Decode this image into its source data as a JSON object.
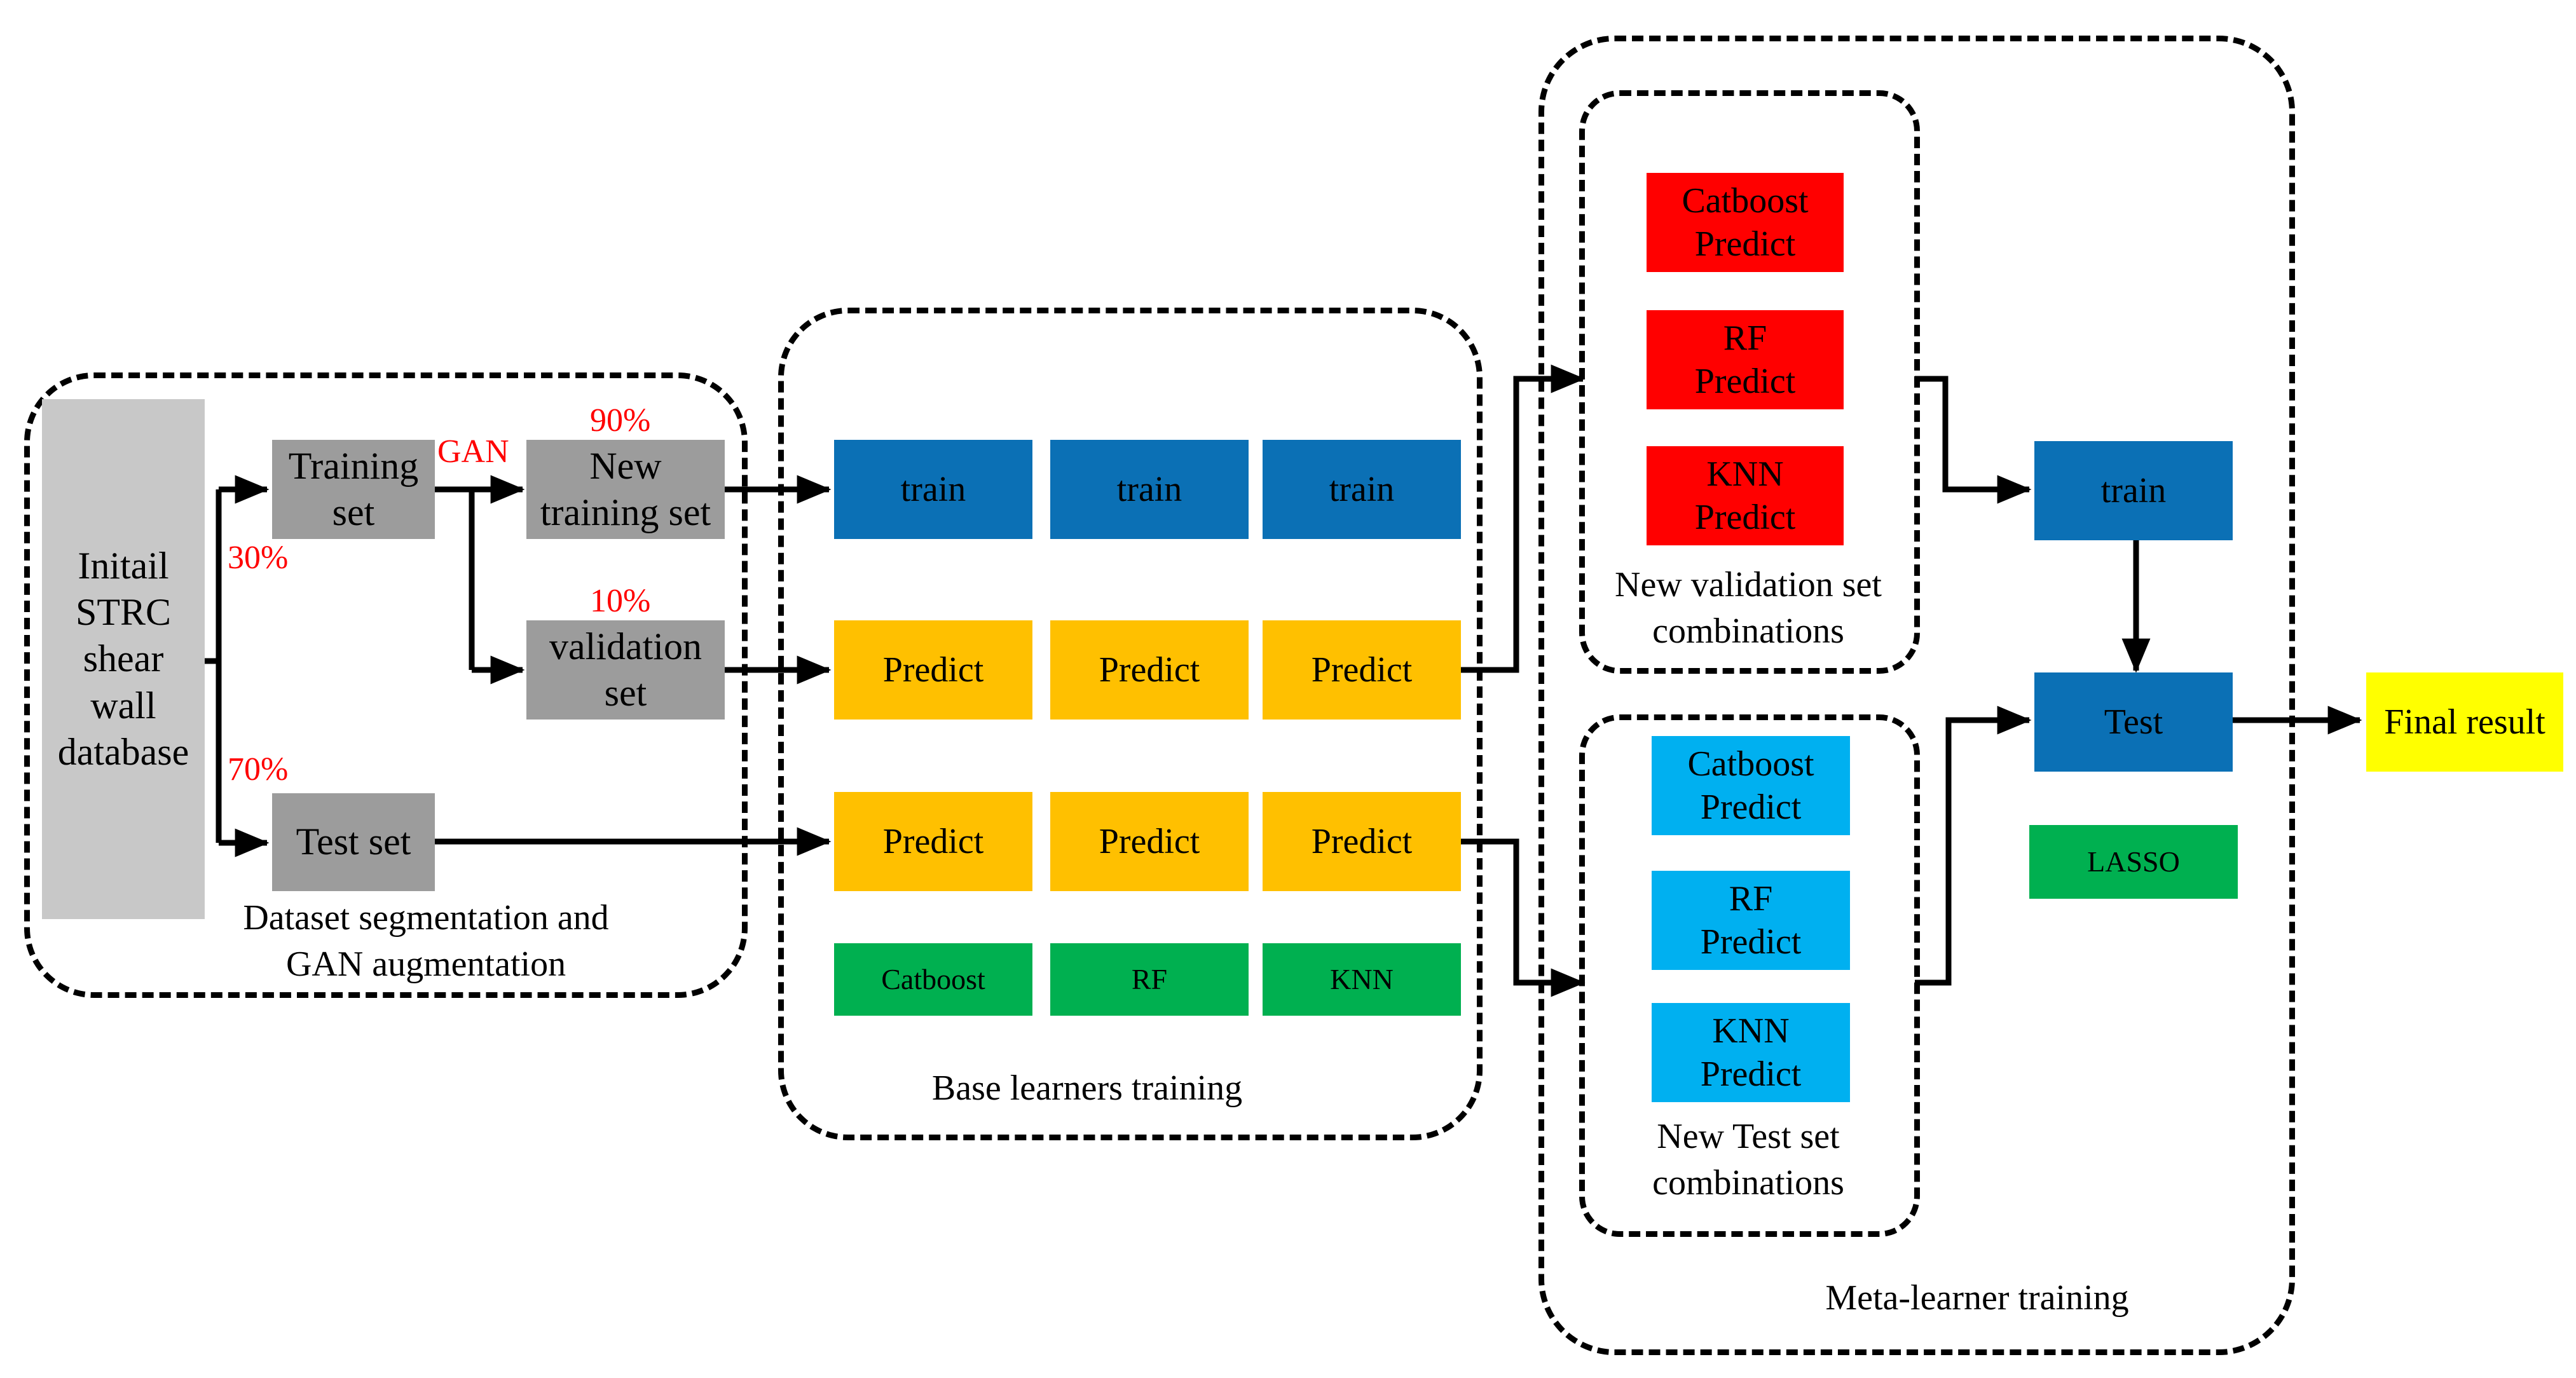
{
  "colors": {
    "database_gray": "#c8c8c8",
    "set_gray": "#9c9c9c",
    "train_blue": "#0b70b5",
    "predict_yellow": "#ffc000",
    "validation_red": "#ff0000",
    "test_lightblue": "#00b0f0",
    "model_green": "#00b050",
    "final_yellow": "#ffff00"
  },
  "stage1": {
    "database": "Initail STRC shear wall database",
    "training_set": "Training set",
    "test_set": "Test set",
    "new_training_set": "New training set",
    "validation_set": "validation set",
    "gan_label": "GAN",
    "pct_30": "30%",
    "pct_70": "70%",
    "pct_90": "90%",
    "pct_10": "10%",
    "caption": "Dataset segmentation and GAN augmentation"
  },
  "stage2": {
    "train_row": [
      "train",
      "train",
      "train"
    ],
    "predict_row1": [
      "Predict",
      "Predict",
      "Predict"
    ],
    "predict_row2": [
      "Predict",
      "Predict",
      "Predict"
    ],
    "models": [
      "Catboost",
      "RF",
      "KNN"
    ],
    "caption": "Base learners training"
  },
  "stage3": {
    "validation_predictions": [
      "Catboost Predict",
      "RF Predict",
      "KNN Predict"
    ],
    "validation_caption": "New validation set combinations",
    "test_predictions": [
      "Catboost Predict",
      "RF Predict",
      "KNN Predict"
    ],
    "test_caption": "New Test set combinations",
    "train": "train",
    "test": "Test",
    "meta_model": "LASSO",
    "caption": "Meta-learner training"
  },
  "final_result": "Final result"
}
